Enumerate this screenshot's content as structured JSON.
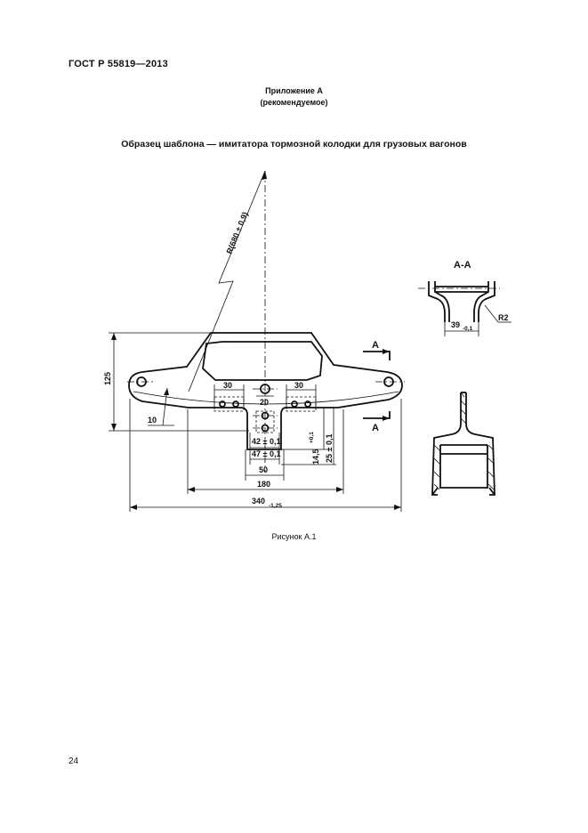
{
  "header": {
    "standard": "ГОСТ Р 55819—2013"
  },
  "appendix": {
    "title": "Приложение А",
    "subtitle": "(рекомендуемое)"
  },
  "figure": {
    "title": "Образец шаблона — имитатора тормозной колодки для грузовых вагонов",
    "caption": "Рисунок А.1",
    "labels": {
      "radius": "R(680 ± 0,9)",
      "height_125": "125",
      "dim_10": "10",
      "dim_30_left": "30",
      "dim_20": "20",
      "dim_30_right": "30",
      "dim_42": "42 ± 0,1",
      "dim_47": "47 ± 0,1",
      "dim_50": "50",
      "dim_180": "180",
      "dim_340": "340",
      "dim_340_tol": "-1,25",
      "dim_14": "14,5",
      "dim_14_tol": "+0,1",
      "dim_25": "25 ± 0,1",
      "section_mark_top": "А",
      "section_mark_bottom": "А",
      "section_title": "А-А",
      "dim_39": "39",
      "dim_39_tol": "-0,1",
      "dim_r2": "R2"
    }
  },
  "page": {
    "number": "24"
  }
}
